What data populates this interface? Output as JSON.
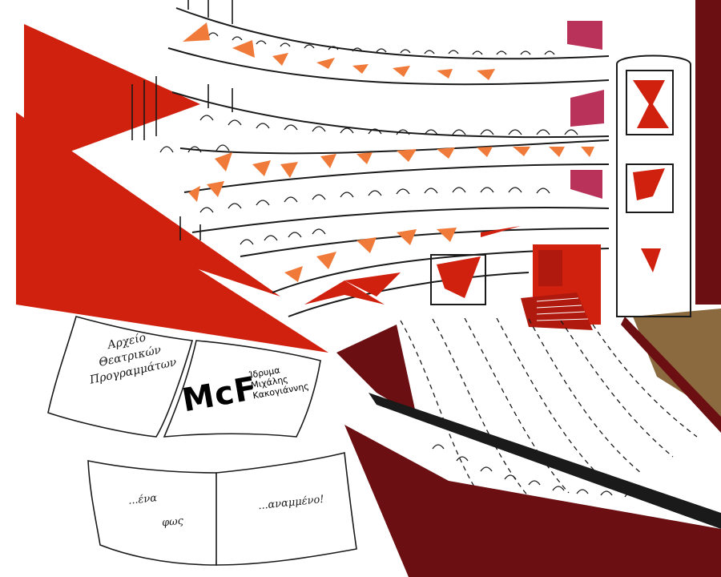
{
  "booklet": {
    "title_lines": [
      "Αρχείο",
      "Θεατρικών",
      "Προγραμμάτων"
    ],
    "logo_mark": "McF",
    "foundation_lines": [
      "Ίδρυμα",
      "Μιχάλης",
      "Κακογιάννης"
    ],
    "phrase_1": "...ένα",
    "phrase_2": "φως",
    "phrase_3": "...αναμμένο!"
  },
  "colors": {
    "red": "#d0200e",
    "dark_red": "#6b0f12",
    "orange": "#f07a3a",
    "magenta": "#b8325a",
    "stage_brown": "#8a6a3e",
    "line": "#1a1a1a"
  },
  "icons": [
    "theatre-seating-illustration",
    "booklet-icon",
    "stage-icon"
  ]
}
